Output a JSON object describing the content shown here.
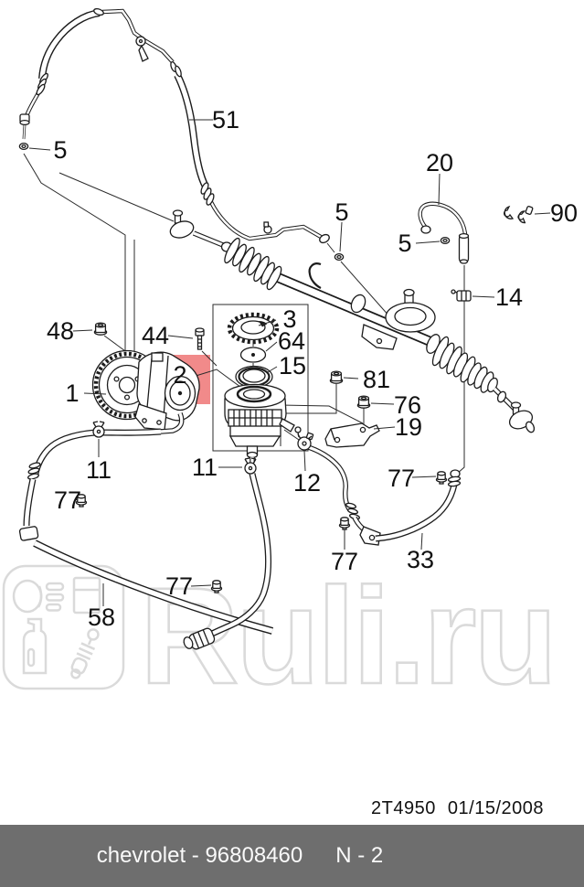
{
  "diagram": {
    "labels": [
      {
        "part": "51",
        "text": "51"
      },
      {
        "part": "5",
        "text": "5"
      },
      {
        "part": "20",
        "text": "20"
      },
      {
        "part": "90",
        "text": "90"
      },
      {
        "part": "5",
        "text": "5"
      },
      {
        "part": "5",
        "text": "5"
      },
      {
        "part": "14",
        "text": "14"
      },
      {
        "part": "48",
        "text": "48"
      },
      {
        "part": "44",
        "text": "44"
      },
      {
        "part": "3",
        "text": "3"
      },
      {
        "part": "64",
        "text": "64"
      },
      {
        "part": "15",
        "text": "15"
      },
      {
        "part": "2",
        "text": "2"
      },
      {
        "part": "1",
        "text": "1"
      },
      {
        "part": "81",
        "text": "81"
      },
      {
        "part": "76",
        "text": "76"
      },
      {
        "part": "19",
        "text": "19"
      },
      {
        "part": "11",
        "text": "11"
      },
      {
        "part": "11",
        "text": "11"
      },
      {
        "part": "12",
        "text": "12"
      },
      {
        "part": "77",
        "text": "77"
      },
      {
        "part": "77",
        "text": "77"
      },
      {
        "part": "77",
        "text": "77"
      },
      {
        "part": "77",
        "text": "77"
      },
      {
        "part": "33",
        "text": "33"
      },
      {
        "part": "58",
        "text": "58"
      }
    ],
    "highlighted_part": "2"
  },
  "meta": {
    "code": "2T4950",
    "date": "01/15/2008"
  },
  "watermark": {
    "text": "Ruli.ru"
  },
  "footer": {
    "left": "chevrolet - 96808460",
    "right": "N - 2"
  },
  "colors": {
    "highlight": "#F18A8A",
    "line": "#1c1c1c",
    "watermark": "#DADADA",
    "footer_bg": "#6E6E6E",
    "footer_text": "#FAFAFA"
  }
}
